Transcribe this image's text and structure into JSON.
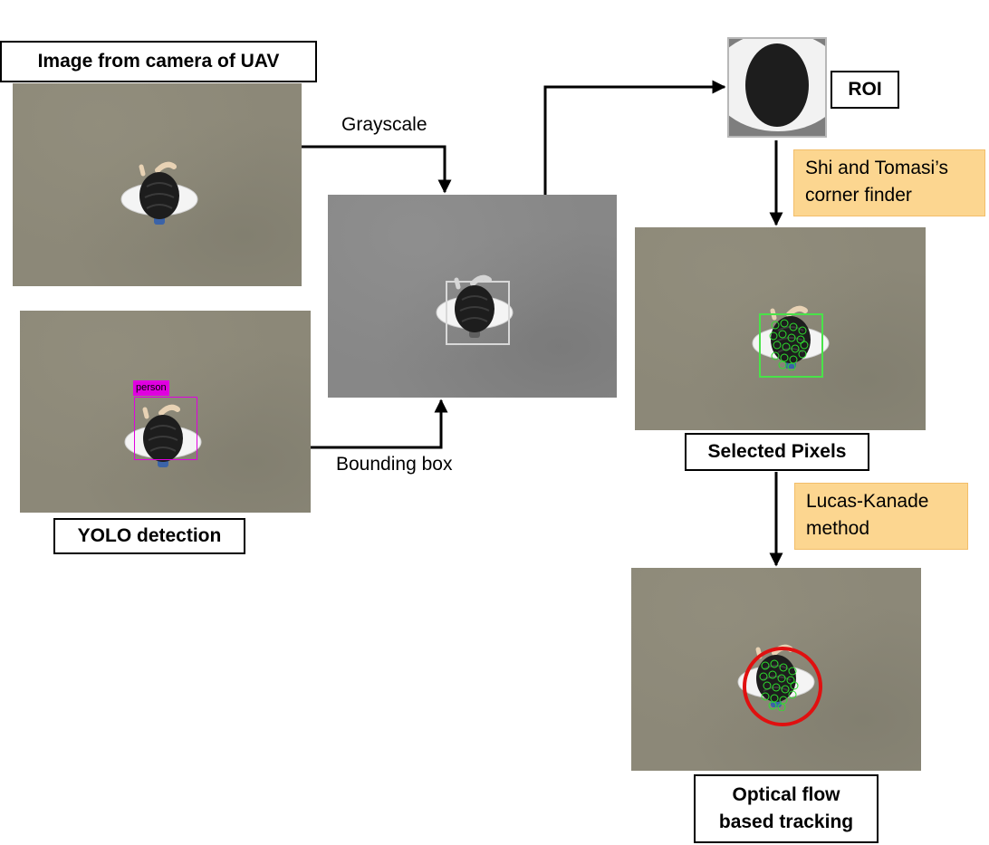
{
  "labels": {
    "camera_image": "Image from camera of UAV",
    "yolo": "YOLO detection",
    "roi": "ROI",
    "selected_pixels": "Selected Pixels",
    "optical_flow_line1": "Optical flow",
    "optical_flow_line2": "based tracking"
  },
  "edges": {
    "grayscale": "Grayscale",
    "bounding_box": "Bounding box"
  },
  "notes": {
    "shi_tomasi_line1": "Shi and Tomasi’s",
    "shi_tomasi_line2": "corner finder",
    "lucas_kanade_line1": "Lucas-Kanade",
    "lucas_kanade_line2": "method"
  },
  "detection": {
    "class_label": "person"
  },
  "colors": {
    "yolo_box": "#e000e0",
    "corner_box": "#49e349",
    "tracking_circle": "#e01010",
    "note_fill": "#fcd690"
  }
}
